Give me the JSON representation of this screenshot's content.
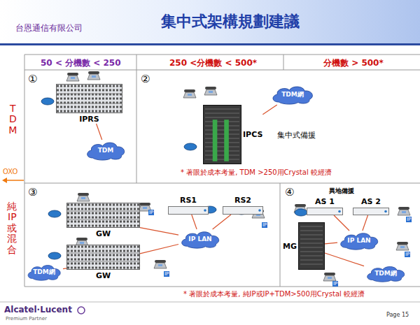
{
  "diagram": {
    "title": "集中式架構規劃建議",
    "nodes": [
      {
        "text": [
          "IPRS"
        ]
      },
      {
        "text": [
          "TDM"
        ]
      },
      {
        "text": [
          "TDM網"
        ]
      },
      {
        "text": [
          "IPCS"
        ]
      },
      {
        "text": [
          "GW"
        ]
      },
      {
        "text": [
          "GW"
        ]
      },
      {
        "text": [
          "RS1"
        ]
      },
      {
        "text": [
          "RS2"
        ]
      },
      {
        "text": [
          "IP LAN"
        ]
      },
      {
        "text": [
          "TDM網"
        ]
      },
      {
        "text": [
          "AS 1"
        ]
      },
      {
        "text": [
          "AS 2"
        ]
      },
      {
        "text": [
          "MG"
        ]
      },
      {
        "text": [
          "IP LAN"
        ]
      },
      {
        "text": [
          "TDM網"
        ]
      }
    ],
    "edges": [
      {
        "from": 0,
        "to": 1,
        "arrow": "none"
      },
      {
        "from": 3,
        "to": 2,
        "arrow": "none"
      },
      {
        "from": 4,
        "to": 8,
        "arrow": "none"
      },
      {
        "from": 5,
        "to": 8,
        "arrow": "none"
      },
      {
        "from": 6,
        "to": 8,
        "arrow": "none"
      },
      {
        "from": 7,
        "to": 8,
        "arrow": "none"
      },
      {
        "from": 5,
        "to": 9,
        "arrow": "none"
      },
      {
        "from": 10,
        "to": 13,
        "arrow": "none"
      },
      {
        "from": 11,
        "to": 13,
        "arrow": "none"
      },
      {
        "from": 12,
        "to": 13,
        "arrow": "none"
      },
      {
        "from": 12,
        "to": 14,
        "arrow": "none"
      }
    ],
    "labels": [
      "台恩通信有限公司",
      "50 < 分機數 < 250",
      "250 <分機數 < 500*",
      "分機數 > 500*",
      "TDM",
      "OXO",
      "純IP或混合",
      "①",
      "②",
      "③",
      "④",
      "集中式備援",
      "* 著眼於成本考量, TDM >250用Crystal 較經濟",
      "異地備援",
      "IP",
      "IP",
      "IP",
      "IP",
      "IP",
      "IP",
      "* 著眼於成本考量, 純IP或IP+TDM>500用Crystal 較經濟",
      "Alcatel·Lucent",
      "Premium Partner",
      "Page 15"
    ]
  }
}
